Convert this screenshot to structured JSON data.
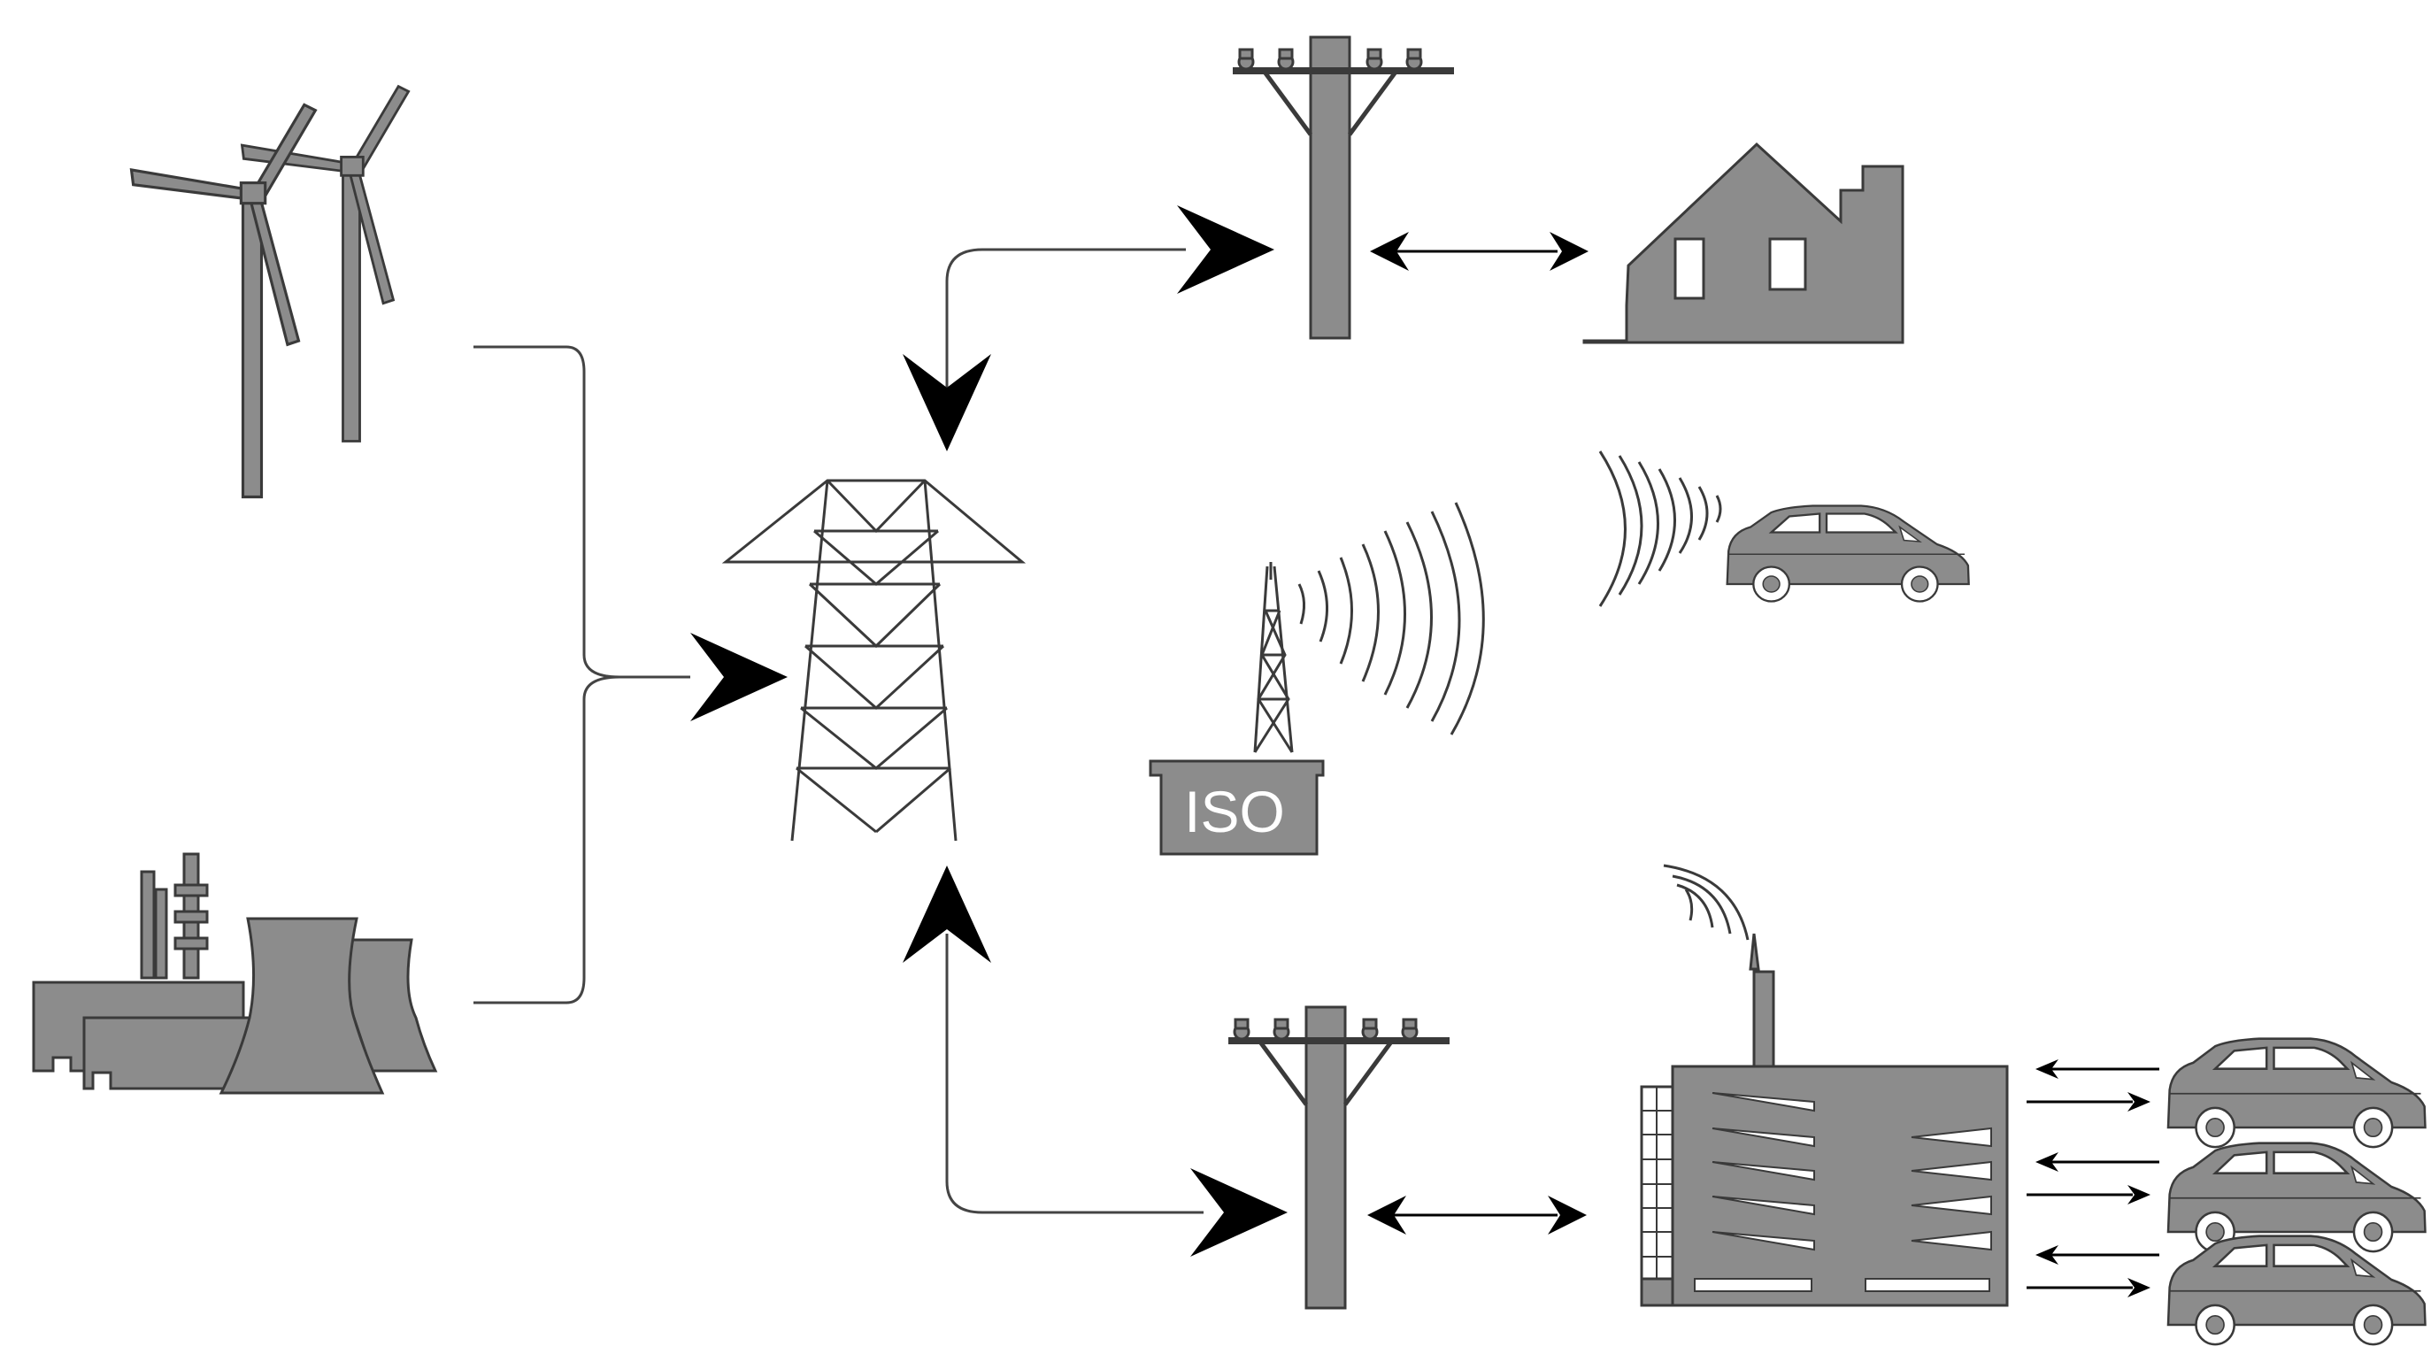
{
  "diagram": {
    "iso_label": "ISO"
  },
  "colors": {
    "background": "#ffffff",
    "fill": "#8c8c8c",
    "stroke": "#3a3a3a",
    "line": "#444444",
    "arrow": "#000000"
  },
  "nodes": [
    {
      "id": "wind-turbines",
      "icon": "wind-turbine-icon"
    },
    {
      "id": "power-plant",
      "icon": "cooling-tower-icon"
    },
    {
      "id": "transmission-tower",
      "icon": "transmission-tower-icon"
    },
    {
      "id": "pole-top",
      "icon": "utility-pole-icon"
    },
    {
      "id": "pole-bottom",
      "icon": "utility-pole-icon"
    },
    {
      "id": "house",
      "icon": "house-icon"
    },
    {
      "id": "iso-control-tower",
      "icon": "radio-tower-icon"
    },
    {
      "id": "electric-vehicle",
      "icon": "car-icon"
    },
    {
      "id": "parking-garage",
      "icon": "parking-garage-icon"
    },
    {
      "id": "fleet-cars",
      "icon": "car-icon"
    }
  ],
  "edges": [
    {
      "from": "wind-turbines",
      "to": "transmission-tower",
      "direction": "one-way"
    },
    {
      "from": "power-plant",
      "to": "transmission-tower",
      "direction": "one-way"
    },
    {
      "from": "transmission-tower",
      "to": "pole-top",
      "direction": "two-way"
    },
    {
      "from": "transmission-tower",
      "to": "pole-bottom",
      "direction": "two-way"
    },
    {
      "from": "pole-top",
      "to": "house",
      "direction": "two-way"
    },
    {
      "from": "pole-bottom",
      "to": "parking-garage",
      "direction": "two-way"
    },
    {
      "from": "parking-garage",
      "to": "fleet-cars",
      "direction": "two-way"
    }
  ]
}
